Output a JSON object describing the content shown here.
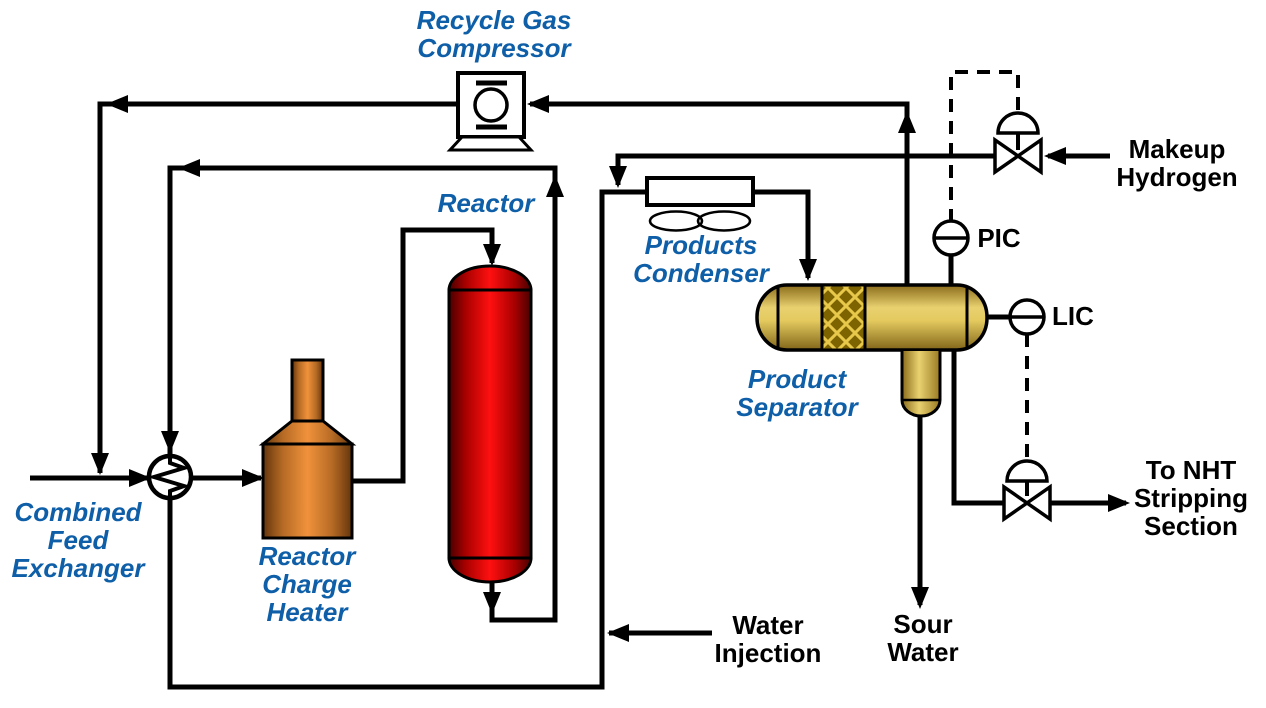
{
  "diagram_type": "process-flow-diagram",
  "labels": {
    "recycle_gas_compressor": [
      "Recycle Gas",
      "Compressor"
    ],
    "reactor": [
      "Reactor"
    ],
    "products_condenser": [
      "Products",
      "Condenser"
    ],
    "product_separator": [
      "Product",
      "Separator"
    ],
    "combined_feed_exchanger": [
      "Combined",
      "Feed",
      "Exchanger"
    ],
    "reactor_charge_heater": [
      "Reactor",
      "Charge",
      "Heater"
    ],
    "makeup_hydrogen": [
      "Makeup",
      "Hydrogen"
    ],
    "water_injection": [
      "Water",
      "Injection"
    ],
    "sour_water": [
      "Sour",
      "Water"
    ],
    "to_nht_stripping": [
      "To NHT",
      "Stripping",
      "Section"
    ],
    "pic": "PIC",
    "lic": "LIC"
  },
  "colors": {
    "equipment_label_blue": "#0E5FA8",
    "stream_label_black": "#000000",
    "line_black": "#000000",
    "reactor_red_center": "#FF1010",
    "reactor_red_edge": "#470000",
    "heater_orange_center": "#F0923C",
    "heater_orange_edge": "#64350C",
    "separator_gold_light": "#EAD272",
    "separator_gold_dark": "#8A6B1A",
    "mesh_pad_background": "#7E6400",
    "mesh_pad_lattice": "#E8C84A"
  }
}
